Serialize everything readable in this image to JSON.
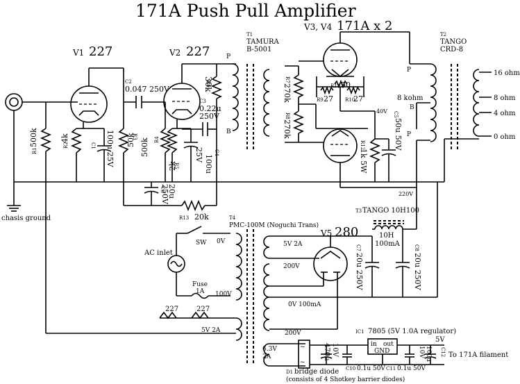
{
  "title": "171A Push Pull Amplifier",
  "tubes": {
    "v1": {
      "ref": "V1",
      "type": "227"
    },
    "v2": {
      "ref": "V2",
      "type": "227"
    },
    "v34": {
      "ref": "V3, V4",
      "type": "171A x 2"
    },
    "v5": {
      "ref": "V5",
      "type": "280"
    }
  },
  "transformers": {
    "t1": {
      "ref": "T1",
      "maker": "TAMURA",
      "model": "B-5001",
      "pin_p": "P",
      "pin_b": "B"
    },
    "t2": {
      "ref": "T2",
      "maker": "TANGO",
      "model": "CRD-8",
      "primary": "8 kohm",
      "pin_p_top": "P",
      "pin_b": "B",
      "pin_p_bottom": "P",
      "taps": [
        "16 ohm",
        "8 ohm",
        "4 ohm",
        "0 ohm"
      ]
    },
    "t3": {
      "ref": "T3",
      "desc": "TANGO 10H100",
      "ind": "10H",
      "cur": "100mA"
    },
    "t4": {
      "ref": "T4",
      "desc": "PMC-100M (Noguchi Trans)",
      "taps_primary": [
        "0V",
        "100V"
      ],
      "sec_5v": "5V 2A",
      "sec_200a": "200V",
      "sec_0v": "0V 100mA",
      "sec_200b": "200V",
      "sec_5v_fil": "5V 2A",
      "sec_63": "6.3V",
      "sec_63_cur": "2A"
    }
  },
  "resistors": {
    "r1": {
      "ref": "R1",
      "val": "500k"
    },
    "r2": {
      "ref": "R2",
      "val": "4k"
    },
    "r3": {
      "ref": "R3",
      "val": "50k"
    },
    "r4": {
      "ref": "R4",
      "val": "500k"
    },
    "r5": {
      "ref": "R5",
      "val": "2k"
    },
    "r6": {
      "ref": "R6",
      "val": "30k"
    },
    "r7": {
      "ref": "R7",
      "val": "270k"
    },
    "r8": {
      "ref": "R8",
      "val": "270k"
    },
    "r9": {
      "ref": "R9",
      "val": "27"
    },
    "r10": {
      "ref": "R10",
      "val": "27"
    },
    "r11": {
      "ref": "R11",
      "val": "50"
    },
    "r12": {
      "ref": "R12",
      "val": "1k 5W"
    },
    "r13": {
      "ref": "R13",
      "val": "20k"
    }
  },
  "capacitors": {
    "c1": {
      "ref": "C1",
      "val": "100u 25V"
    },
    "c2": {
      "ref": "C2",
      "val": "0.047 250V"
    },
    "c3": {
      "ref": "C3",
      "val": "0.22u",
      "val2": "250V"
    },
    "c4": {
      "ref": "C4",
      "val": "100u",
      "val2": "25V"
    },
    "c5": {
      "ref": "C5",
      "val": "50u 50V"
    },
    "c6": {
      "ref": "C6",
      "val": "20u",
      "val2": "250V"
    },
    "c7": {
      "ref": "C7",
      "val": "20u 250V"
    },
    "c8": {
      "ref": "C8",
      "val": "20u 250V"
    },
    "c9": {
      "ref": "C9",
      "val": "470u",
      "val2": "10V"
    },
    "c10": {
      "ref": "C10",
      "val": "0.1u 50V"
    },
    "c11": {
      "ref": "C11",
      "val": "0.1u 50V"
    },
    "c12": {
      "ref": "C12",
      "val": "100u",
      "val2": "10V"
    }
  },
  "labels": {
    "chassis_ground": "chasis ground",
    "ac_inlet": "AC inlet",
    "sw": "SW",
    "fuse": "Fuse",
    "fuse_rating": "1A",
    "fil_227_a": "227",
    "fil_227_b": "227",
    "v40": "40V",
    "v220": "220V",
    "ic1_ref": "IC1",
    "ic1_desc": "7805 (5V 1.0A regulator)",
    "ic1_in": "in",
    "ic1_out": "out",
    "ic1_gnd": "GND",
    "out_5v": "5V",
    "to_filament": "To 171A filament",
    "d1_ref": "D1",
    "d1_desc": "bridge diode",
    "d1_note": "(consists of 4 Shotkey barrier diodes)"
  }
}
